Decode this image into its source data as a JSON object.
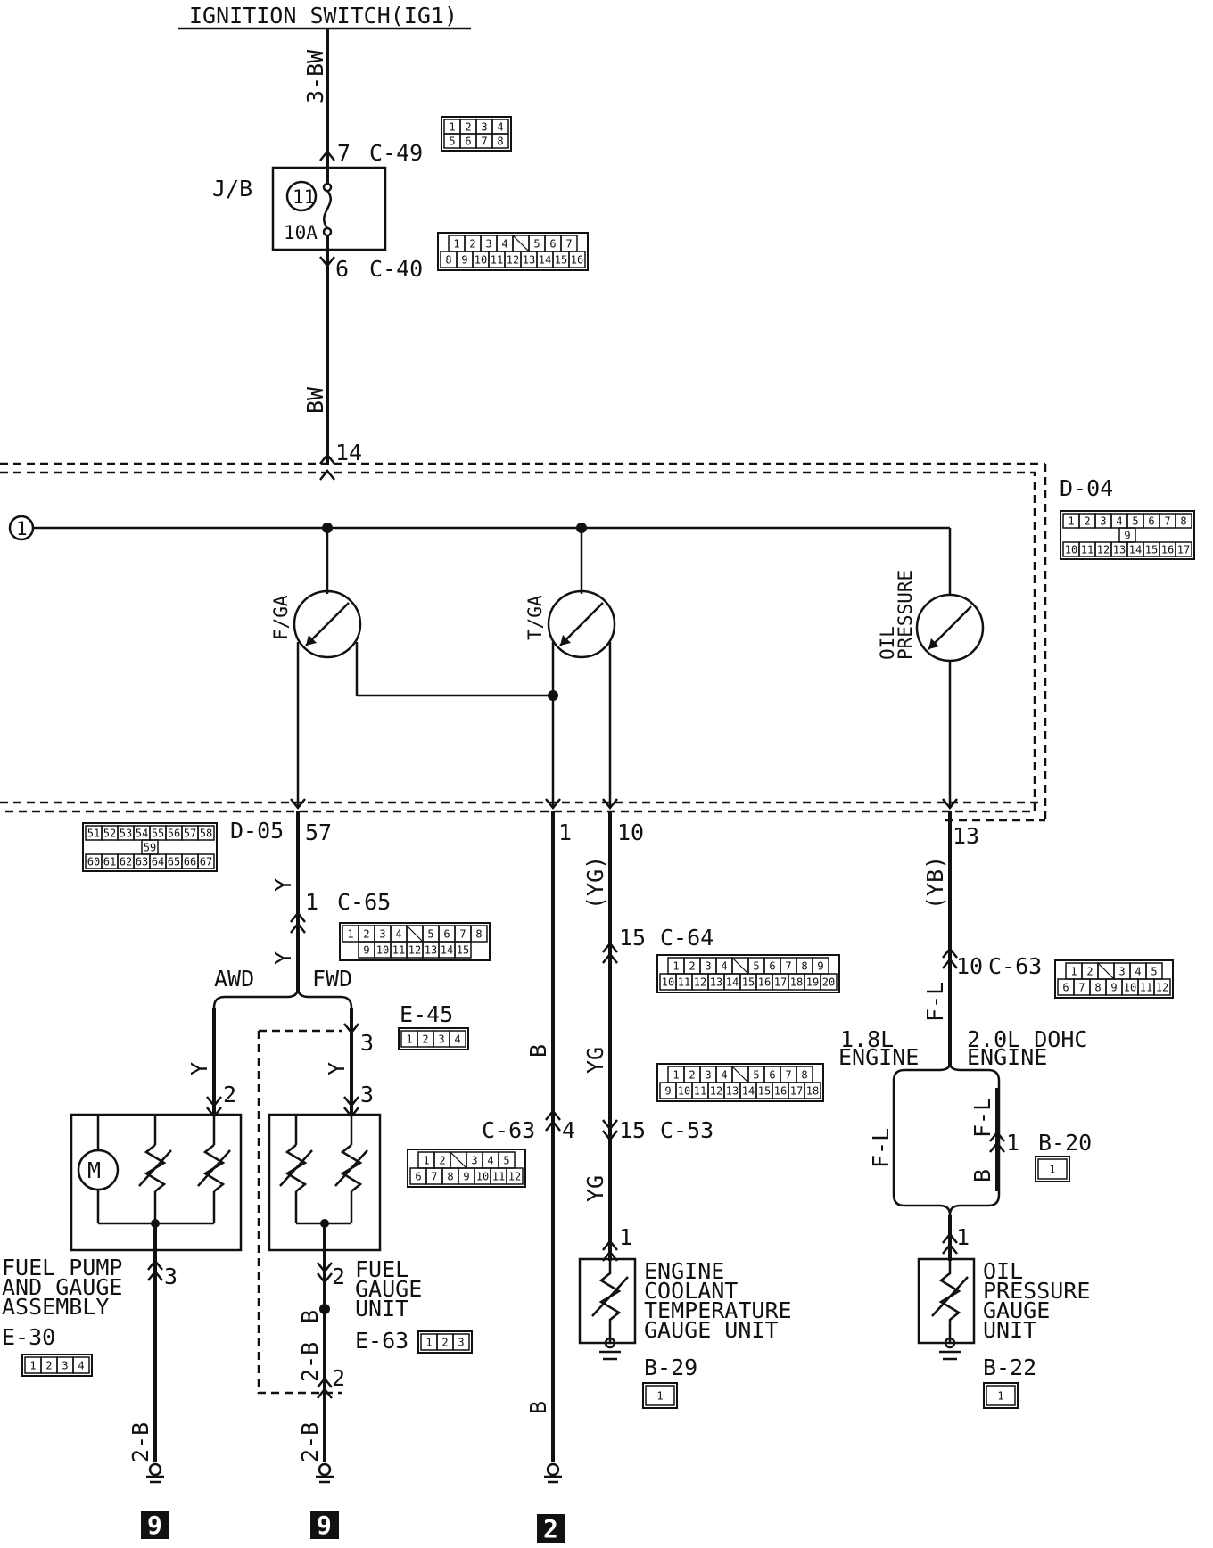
{
  "top": {
    "title": "IGNITION SWITCH(IG1)"
  },
  "wires": {
    "w1": "3-BW",
    "w2": "BW",
    "w3": "Y",
    "w4": "Y",
    "w5": "Y",
    "w6": "Y",
    "w7": "B",
    "w8": "2-B",
    "w9": "2-B",
    "w10": "2-B",
    "w11": "B",
    "w12": "B",
    "w13": "(YG)",
    "w14": "YG",
    "w15": "YG",
    "w16": "(YB)",
    "w17": "F-L",
    "w18": "F-L",
    "w19": "F-L",
    "w20": "B"
  },
  "jb": {
    "label": "J/B",
    "circle_num": "11",
    "fuse": "10A"
  },
  "gauges": {
    "fuel": "F/GA",
    "temp": "T/GA",
    "oil_1": "OIL",
    "oil_2": "PRESSURE"
  },
  "branch": {
    "awd": "AWD",
    "fwd": "FWD",
    "e18": "1.8L",
    "e18b": "ENGINE",
    "e20": "2.0L DOHC",
    "e20b": "ENGINE"
  },
  "ref": {
    "left_circle": "1"
  },
  "pins": {
    "p7": "7",
    "p6": "6",
    "p14": "14",
    "p57": "57",
    "p1a": "1",
    "p10a": "10",
    "p13": "13",
    "p1b": "1",
    "p15a": "15",
    "p10b": "10",
    "p3a": "3",
    "p2a": "2",
    "p3b": "3",
    "p4": "4",
    "p15b": "15",
    "p1c": "1",
    "p3c": "3",
    "p2b": "2",
    "p2c": "2",
    "p1d": "1",
    "p1e": "1"
  },
  "connectors": {
    "c49": "C-49",
    "c40": "C-40",
    "d04": "D-04",
    "d05": "D-05",
    "c65": "C-65",
    "c64": "C-64",
    "c63a": "C-63",
    "e45": "E-45",
    "c63b": "C-63",
    "c53": "C-53",
    "b20": "B-20",
    "e63": "E-63",
    "b29": "B-29",
    "b22": "B-22",
    "e30": "E-30"
  },
  "components": {
    "fuel_pump": [
      "FUEL PUMP",
      "AND GAUGE",
      "ASSEMBLY"
    ],
    "fuel_gauge": [
      "FUEL",
      "GAUGE",
      "UNIT"
    ],
    "coolant": [
      "ENGINE",
      "COOLANT",
      "TEMPERATURE",
      "GAUGE UNIT"
    ],
    "oil_unit": [
      "OIL",
      "PRESSURE",
      "GAUGE",
      "UNIT"
    ]
  },
  "grounds": {
    "g1": "9",
    "g2": "9",
    "g3": "2"
  },
  "connector_faces": {
    "c49": {
      "rows": [
        [
          "1",
          "2",
          "3",
          "4"
        ],
        [
          "5",
          "6",
          "7",
          "8"
        ]
      ]
    },
    "c40": {
      "rows": [
        [
          "1",
          "2",
          "3",
          "4",
          "",
          "5",
          "6",
          "7"
        ],
        [
          "8",
          "9",
          "10",
          "11",
          "12",
          "13",
          "14",
          "15",
          "16"
        ]
      ]
    },
    "d04": {
      "rows": [
        [
          "1",
          "2",
          "3",
          "4",
          "5",
          "6",
          "7",
          "8"
        ],
        [
          "9"
        ],
        [
          "10",
          "11",
          "12",
          "13",
          "14",
          "15",
          "16",
          "17"
        ]
      ]
    },
    "d05": {
      "rows": [
        [
          "51",
          "52",
          "53",
          "54",
          "55",
          "56",
          "57",
          "58"
        ],
        [
          "59"
        ],
        [
          "60",
          "61",
          "62",
          "63",
          "64",
          "65",
          "66",
          "67"
        ]
      ]
    },
    "c65": {
      "rows": [
        [
          "1",
          "2",
          "3",
          "4",
          "",
          "5",
          "6",
          "7",
          "8"
        ],
        [
          "9",
          "10",
          "11",
          "12",
          "13",
          "14",
          "15"
        ]
      ]
    },
    "c64": {
      "rows": [
        [
          "1",
          "2",
          "3",
          "4",
          "",
          "5",
          "6",
          "7",
          "8",
          "9"
        ],
        [
          "10",
          "11",
          "12",
          "13",
          "14",
          "15",
          "16",
          "17",
          "18",
          "19",
          "20"
        ]
      ]
    },
    "c63a": {
      "rows": [
        [
          "1",
          "2",
          "",
          "3",
          "4",
          "5"
        ],
        [
          "6",
          "7",
          "8",
          "9",
          "10",
          "11",
          "12"
        ]
      ]
    },
    "c63b": {
      "rows": [
        [
          "1",
          "2",
          "",
          "3",
          "4",
          "5"
        ],
        [
          "6",
          "7",
          "8",
          "9",
          "10",
          "11",
          "12"
        ]
      ]
    },
    "c53": {
      "rows": [
        [
          "1",
          "2",
          "3",
          "4",
          "",
          "5",
          "6",
          "7",
          "8"
        ],
        [
          "9",
          "10",
          "11",
          "12",
          "13",
          "14",
          "15",
          "16",
          "17",
          "18"
        ]
      ]
    },
    "e45": {
      "rows": [
        [
          "1",
          "2",
          "3",
          "4"
        ]
      ]
    },
    "e30": {
      "rows": [
        [
          "1",
          "2",
          "3",
          "4"
        ]
      ]
    },
    "e63": {
      "rows": [
        [
          "1",
          "2",
          "3"
        ]
      ]
    },
    "b20": {
      "rows": [
        [
          "1"
        ]
      ]
    },
    "b29": {
      "rows": [
        [
          "1"
        ]
      ]
    },
    "b22": {
      "rows": [
        [
          "1"
        ]
      ]
    }
  }
}
